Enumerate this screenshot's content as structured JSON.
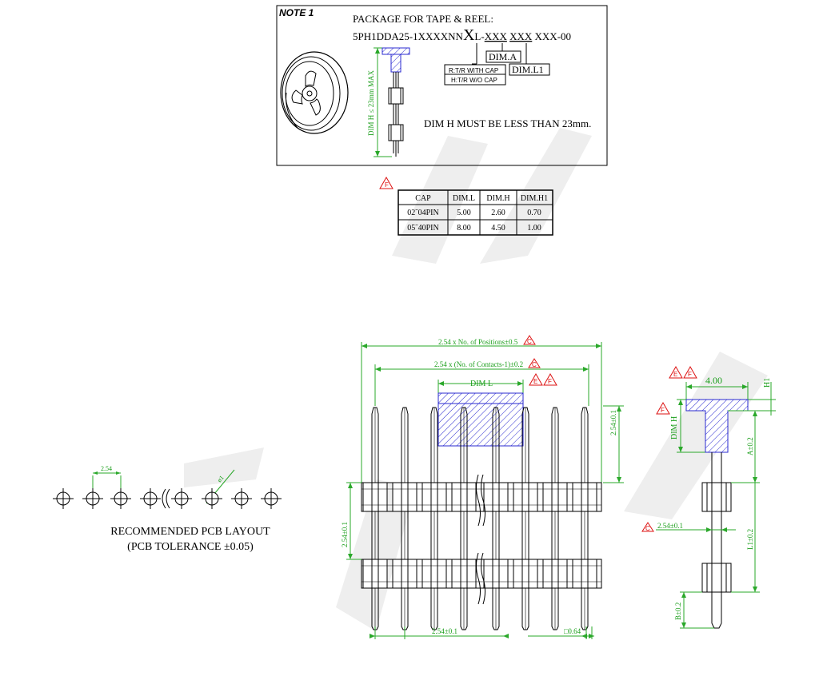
{
  "note": {
    "title": "NOTE 1",
    "package_title": "PACKAGE FOR TAPE & REEL:",
    "part_prefix": "5PH1DDA25-1XXXXNN",
    "part_x": "X",
    "part_l": "L-",
    "part_xxx1": "XXX",
    "part_xxx2": "XXX",
    "part_suffix": "XXX-00",
    "dim_a": "DIM.A",
    "dim_l1": "DIM.L1",
    "opt1": "R:T/R WITH CAP",
    "opt2": "H:T/R W/O CAP",
    "dim_h_max": "DIM H ≤ 23mm MAX",
    "dim_h_note": "DIM H MUST BE LESS THAN 23mm."
  },
  "revisions": {
    "f": "F",
    "e": "E",
    "c": "C"
  },
  "table": {
    "headers": [
      "CAP",
      "DIM.L",
      "DIM.H",
      "DIM.H1"
    ],
    "rows": [
      [
        "02˜04PIN",
        "5.00",
        "2.60",
        "0.70"
      ],
      [
        "05˜40PIN",
        "8.00",
        "4.50",
        "1.00"
      ]
    ]
  },
  "pcb": {
    "pitch": "2.54",
    "hole": "ø1",
    "label1": "RECOMMENDED PCB LAYOUT",
    "label2": "(PCB TOLERANCE ±0.05)"
  },
  "front": {
    "overall": "2.54 x No. of Positions±0.5",
    "contacts": "2.54 x (No. of Contacts-1)±0.2",
    "dim_l": "DIM L",
    "right_pitch": "2.54±0.1",
    "left_pitch": "2.54±0.1",
    "bottom_pitch": "2.54±0.1",
    "pin_size": "□0.64"
  },
  "side": {
    "width": "4.00",
    "h1": "H1",
    "dim_h": "DIM H",
    "a": "A±0.2",
    "pitch": "2.54±0.1",
    "l1": "L1±0.2",
    "b": "B±0.2"
  },
  "colors": {
    "dimension": "#2aa82a",
    "cap_hatch": "#2b2bd0",
    "revision": "#dd1111"
  }
}
